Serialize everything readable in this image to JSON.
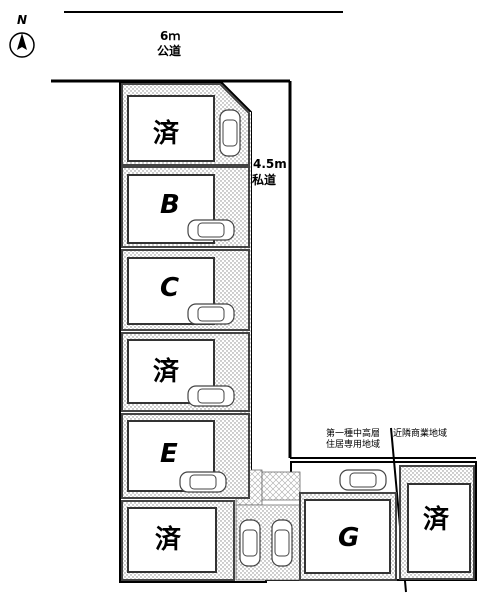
{
  "compass": {
    "north_label": "N",
    "icon": "compass-north-icon"
  },
  "roads": {
    "public": {
      "width": "6ｍ",
      "name": "公道"
    },
    "private": {
      "width": "4.5m",
      "name": "私道"
    }
  },
  "zoning": {
    "left": [
      "第一種中高層",
      "住居専用地域"
    ],
    "right": "近隣商業地域"
  },
  "lots": [
    {
      "id": "lot-1",
      "label": "済",
      "status": "sold"
    },
    {
      "id": "lot-b",
      "label": "B",
      "status": "available"
    },
    {
      "id": "lot-c",
      "label": "C",
      "status": "available"
    },
    {
      "id": "lot-4",
      "label": "済",
      "status": "sold"
    },
    {
      "id": "lot-e",
      "label": "E",
      "status": "available"
    },
    {
      "id": "lot-6",
      "label": "済",
      "status": "sold"
    },
    {
      "id": "lot-g",
      "label": "G",
      "status": "available"
    },
    {
      "id": "lot-8",
      "label": "済",
      "status": "sold"
    }
  ],
  "colors": {
    "line": "#000000",
    "lot_border": "#555555",
    "hatch": "#9a9a9a"
  }
}
